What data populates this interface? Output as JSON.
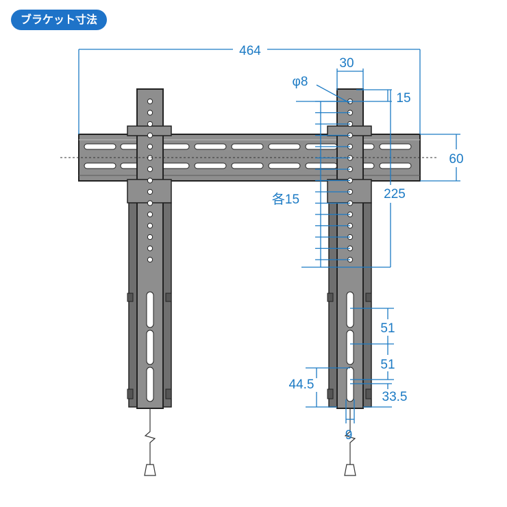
{
  "title": "ブラケット寸法",
  "dimensions": {
    "total_width": "464",
    "hole_span": "30",
    "hole_diameter": "φ8",
    "top_offset": "15",
    "bar_height": "60",
    "adjust_range": "225",
    "pitch": "各15",
    "slot_pitch_1": "51",
    "slot_pitch_2": "51",
    "bottom_left": "44.5",
    "bottom_right": "33.5",
    "slot_width": "9"
  },
  "colors": {
    "dimension": "#1b7ac4",
    "metal": "#8c8c8c",
    "outline": "#222222",
    "badge": "#1e73c8"
  }
}
